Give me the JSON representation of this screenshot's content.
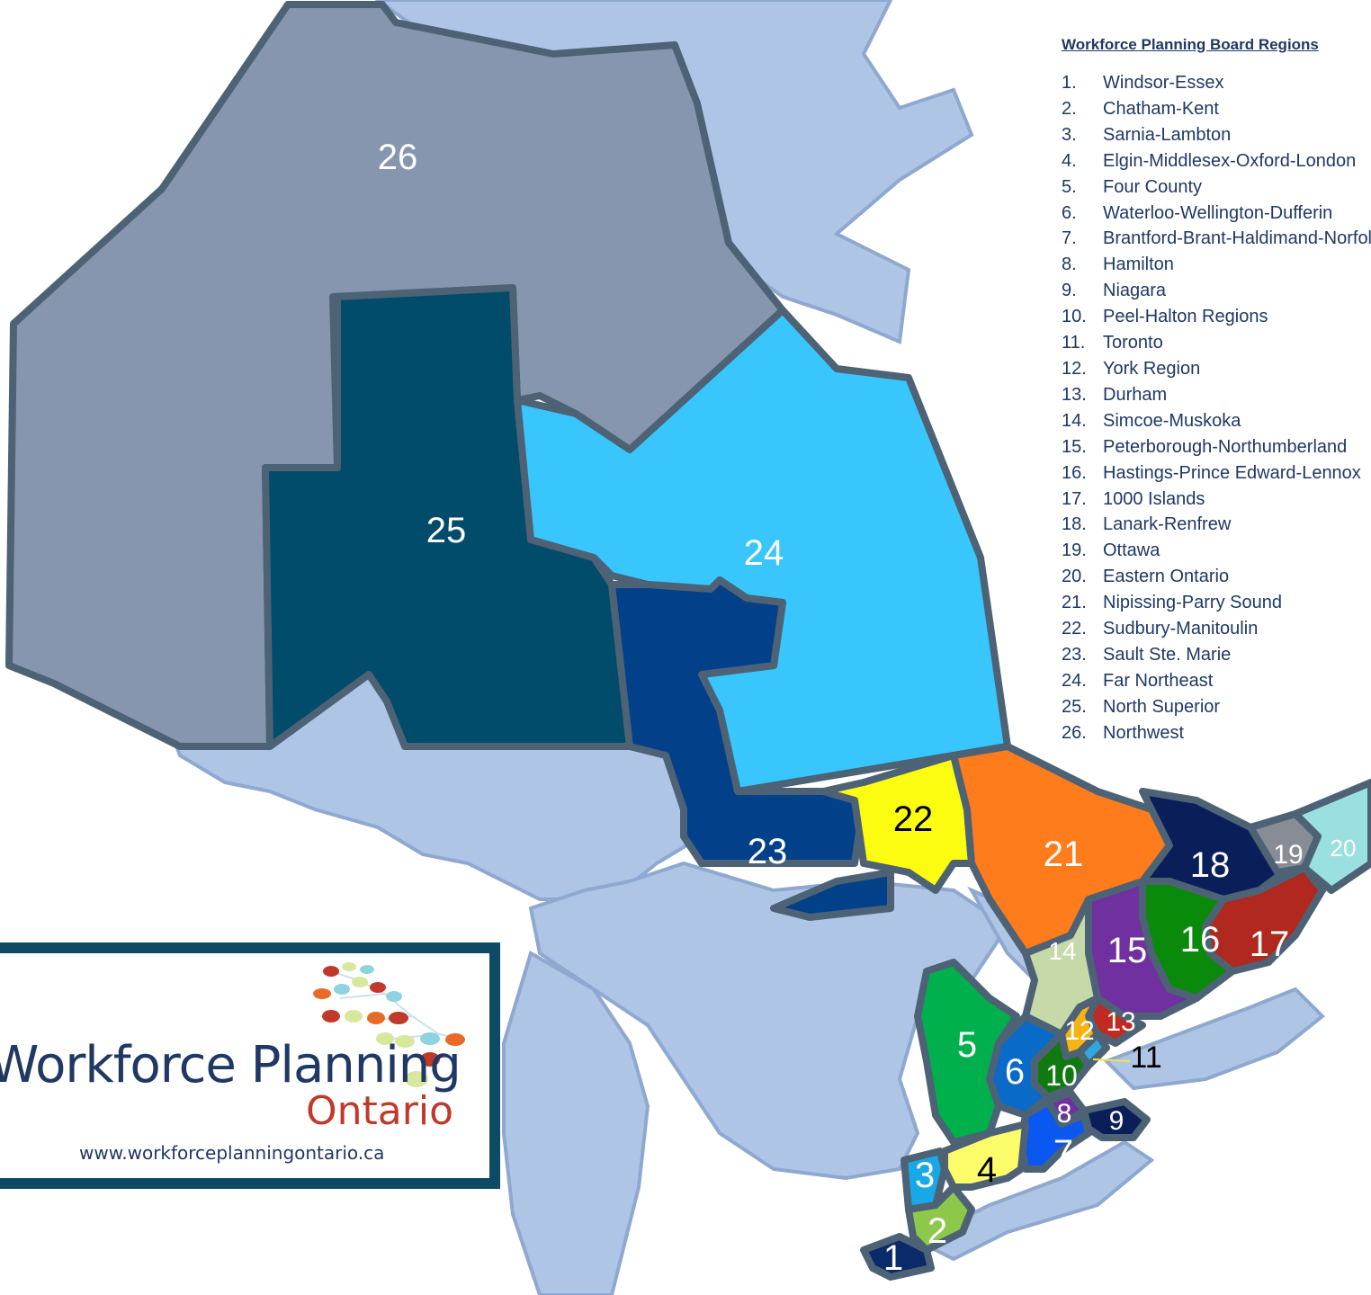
{
  "regions": [
    {
      "id": "26",
      "color": "#8696ae"
    },
    {
      "id": "25",
      "color": "#004c6a"
    },
    {
      "id": "24",
      "color": "#38c6fc"
    },
    {
      "id": "23",
      "color": "#02408a"
    },
    {
      "id": "22",
      "color": "#fcfc10"
    },
    {
      "id": "21",
      "color": "#ff7c1c"
    },
    {
      "id": "18",
      "color": "#0a1f5a"
    },
    {
      "id": "19",
      "color": "#888c94"
    },
    {
      "id": "20",
      "color": "#9ae0e0"
    },
    {
      "id": "17",
      "color": "#b0281e"
    },
    {
      "id": "16",
      "color": "#0a8a0a"
    },
    {
      "id": "15",
      "color": "#7030a0"
    },
    {
      "id": "14",
      "color": "#c6d9a8"
    },
    {
      "id": "13",
      "color": "#c02a20"
    },
    {
      "id": "12",
      "color": "#f6b414"
    },
    {
      "id": "11",
      "color": "#2fa8e0"
    },
    {
      "id": "10",
      "color": "#107a10"
    },
    {
      "id": "6",
      "color": "#0a6ac8"
    },
    {
      "id": "5",
      "color": "#00b04c"
    },
    {
      "id": "8",
      "color": "#7030a0"
    },
    {
      "id": "9",
      "color": "#0a1f5a"
    },
    {
      "id": "7",
      "color": "#0a58f0"
    },
    {
      "id": "4",
      "color": "#fcfc6a"
    },
    {
      "id": "3",
      "color": "#18a8e8"
    },
    {
      "id": "2",
      "color": "#8ec84a"
    },
    {
      "id": "1",
      "color": "#0a2a6a"
    }
  ],
  "legend": {
    "title": "Workforce Planning Board Regions",
    "items": [
      {
        "num": "1.",
        "name": "Windsor-Essex"
      },
      {
        "num": "2.",
        "name": "Chatham-Kent"
      },
      {
        "num": "3.",
        "name": "Sarnia-Lambton"
      },
      {
        "num": "4.",
        "name": "Elgin-Middlesex-Oxford-London"
      },
      {
        "num": "5.",
        "name": "Four County"
      },
      {
        "num": "6.",
        "name": "Waterloo-Wellington-Dufferin"
      },
      {
        "num": "7.",
        "name": "Brantford-Brant-Haldimand-Norfolk"
      },
      {
        "num": "8.",
        "name": "Hamilton"
      },
      {
        "num": "9.",
        "name": "Niagara"
      },
      {
        "num": "10.",
        "name": "Peel-Halton Regions"
      },
      {
        "num": "11.",
        "name": "Toronto"
      },
      {
        "num": "12.",
        "name": "York Region"
      },
      {
        "num": "13.",
        "name": "Durham"
      },
      {
        "num": "14.",
        "name": "Simcoe-Muskoka"
      },
      {
        "num": "15.",
        "name": "Peterborough-Northumberland"
      },
      {
        "num": "16.",
        "name": "Hastings-Prince Edward-Lennox"
      },
      {
        "num": "17.",
        "name": "1000 Islands"
      },
      {
        "num": "18.",
        "name": "Lanark-Renfrew"
      },
      {
        "num": "19.",
        "name": "Ottawa"
      },
      {
        "num": "20.",
        "name": "Eastern Ontario"
      },
      {
        "num": "21.",
        "name": "Nipissing-Parry Sound"
      },
      {
        "num": "22.",
        "name": "Sudbury-Manitoulin"
      },
      {
        "num": "23.",
        "name": "Sault Ste. Marie"
      },
      {
        "num": "24.",
        "name": "Far Northeast"
      },
      {
        "num": "25.",
        "name": "North Superior"
      },
      {
        "num": "26.",
        "name": "Northwest"
      }
    ]
  },
  "logo": {
    "title": "Workforce Planning",
    "subtitle": "Ontario",
    "url": "www.workforceplanningontario.ca"
  },
  "colors": {
    "water": "#aec5e6",
    "border": "#4d6275",
    "legend_text": "#1f3864",
    "logo_frame": "#0d4a66"
  }
}
